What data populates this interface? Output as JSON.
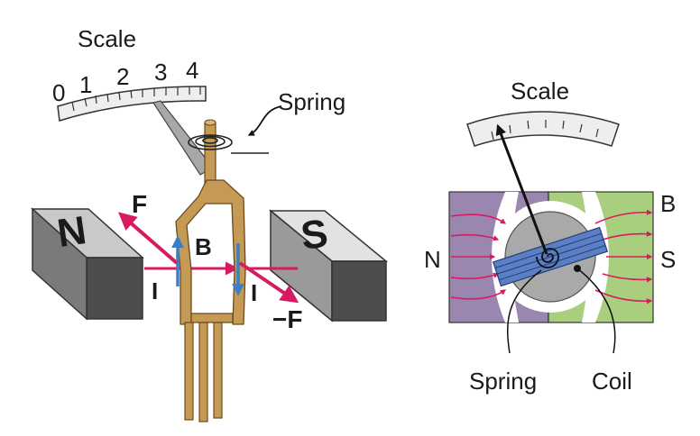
{
  "left_diagram": {
    "scale_label": "Scale",
    "scale_numbers": [
      "0",
      "1",
      "2",
      "3",
      "4"
    ],
    "spring_label": "Spring",
    "magnet_north": "N",
    "magnet_south": "S",
    "force_label": "F",
    "neg_force_label": "−F",
    "field_label": "B",
    "current_label_left": "I",
    "current_label_right": "I"
  },
  "right_diagram": {
    "scale_label": "Scale",
    "north_label": "N",
    "south_label": "S",
    "field_label": "B",
    "spring_label": "Spring",
    "coil_label": "Coil"
  },
  "colors": {
    "coil_copper": "#c59a55",
    "field_lines": "#d81b60",
    "current_arrow": "#3b7fc4",
    "north_pole": "#9b86b0",
    "south_pole": "#a9cf7e",
    "core": "#a9a9a9",
    "coil_blue": "#5a7fc4"
  }
}
